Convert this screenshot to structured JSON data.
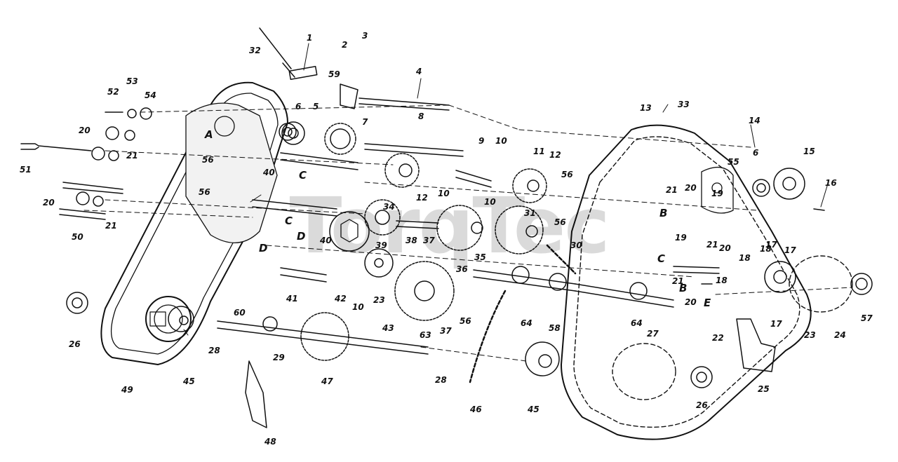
{
  "diagram": {
    "watermark": "TorqTec",
    "part_callouts": [
      {
        "id": "c1",
        "label": "1"
      },
      {
        "id": "c2",
        "label": "2"
      },
      {
        "id": "c3",
        "label": "3"
      },
      {
        "id": "c4",
        "label": "4"
      },
      {
        "id": "c5",
        "label": "5"
      },
      {
        "id": "c6a",
        "label": "6"
      },
      {
        "id": "c6b",
        "label": "6"
      },
      {
        "id": "c7",
        "label": "7"
      },
      {
        "id": "c8",
        "label": "8"
      },
      {
        "id": "c9",
        "label": "9"
      },
      {
        "id": "c10a",
        "label": "10"
      },
      {
        "id": "c10b",
        "label": "10"
      },
      {
        "id": "c10c",
        "label": "10"
      },
      {
        "id": "c10d",
        "label": "10"
      },
      {
        "id": "c11",
        "label": "11"
      },
      {
        "id": "c12a",
        "label": "12"
      },
      {
        "id": "c12b",
        "label": "12"
      },
      {
        "id": "c13",
        "label": "13"
      },
      {
        "id": "c14",
        "label": "14"
      },
      {
        "id": "c15",
        "label": "15"
      },
      {
        "id": "c16",
        "label": "16"
      },
      {
        "id": "c17a",
        "label": "17"
      },
      {
        "id": "c17b",
        "label": "17"
      },
      {
        "id": "c17c",
        "label": "17"
      },
      {
        "id": "c18a",
        "label": "18"
      },
      {
        "id": "c18b",
        "label": "18"
      },
      {
        "id": "c18c",
        "label": "18"
      },
      {
        "id": "c19a",
        "label": "19"
      },
      {
        "id": "c19b",
        "label": "19"
      },
      {
        "id": "c20a",
        "label": "20"
      },
      {
        "id": "c20b",
        "label": "20"
      },
      {
        "id": "c20c",
        "label": "20"
      },
      {
        "id": "c20d",
        "label": "20"
      },
      {
        "id": "c20e",
        "label": "20"
      },
      {
        "id": "c21a",
        "label": "21"
      },
      {
        "id": "c21b",
        "label": "21"
      },
      {
        "id": "c21c",
        "label": "21"
      },
      {
        "id": "c21d",
        "label": "21"
      },
      {
        "id": "c21e",
        "label": "21"
      },
      {
        "id": "c22",
        "label": "22"
      },
      {
        "id": "c23a",
        "label": "23"
      },
      {
        "id": "c23b",
        "label": "23"
      },
      {
        "id": "c24",
        "label": "24"
      },
      {
        "id": "c25",
        "label": "25"
      },
      {
        "id": "c26a",
        "label": "26"
      },
      {
        "id": "c26b",
        "label": "26"
      },
      {
        "id": "c27",
        "label": "27"
      },
      {
        "id": "c28a",
        "label": "28"
      },
      {
        "id": "c28b",
        "label": "28"
      },
      {
        "id": "c29",
        "label": "29"
      },
      {
        "id": "c30",
        "label": "30"
      },
      {
        "id": "c31",
        "label": "31"
      },
      {
        "id": "c32",
        "label": "32"
      },
      {
        "id": "c33",
        "label": "33"
      },
      {
        "id": "c34",
        "label": "34"
      },
      {
        "id": "c35",
        "label": "35"
      },
      {
        "id": "c36",
        "label": "36"
      },
      {
        "id": "c37a",
        "label": "37"
      },
      {
        "id": "c37b",
        "label": "37"
      },
      {
        "id": "c38",
        "label": "38"
      },
      {
        "id": "c39",
        "label": "39"
      },
      {
        "id": "c40a",
        "label": "40"
      },
      {
        "id": "c40b",
        "label": "40"
      },
      {
        "id": "c41",
        "label": "41"
      },
      {
        "id": "c42",
        "label": "42"
      },
      {
        "id": "c43",
        "label": "43"
      },
      {
        "id": "c45a",
        "label": "45"
      },
      {
        "id": "c45b",
        "label": "45"
      },
      {
        "id": "c46",
        "label": "46"
      },
      {
        "id": "c47",
        "label": "47"
      },
      {
        "id": "c48",
        "label": "48"
      },
      {
        "id": "c49",
        "label": "49"
      },
      {
        "id": "c50",
        "label": "50"
      },
      {
        "id": "c51",
        "label": "51"
      },
      {
        "id": "c52",
        "label": "52"
      },
      {
        "id": "c53",
        "label": "53"
      },
      {
        "id": "c54",
        "label": "54"
      },
      {
        "id": "c55",
        "label": "55"
      },
      {
        "id": "c56a",
        "label": "56"
      },
      {
        "id": "c56b",
        "label": "56"
      },
      {
        "id": "c56c",
        "label": "56"
      },
      {
        "id": "c56d",
        "label": "56"
      },
      {
        "id": "c56e",
        "label": "56"
      },
      {
        "id": "c57",
        "label": "57"
      },
      {
        "id": "c58",
        "label": "58"
      },
      {
        "id": "c59",
        "label": "59"
      },
      {
        "id": "c60",
        "label": "60"
      },
      {
        "id": "c63",
        "label": "63"
      },
      {
        "id": "c64a",
        "label": "64"
      },
      {
        "id": "c64b",
        "label": "64"
      }
    ],
    "stamp_letters": [
      "A",
      "B",
      "B",
      "C",
      "C",
      "C",
      "D",
      "D",
      "E"
    ]
  }
}
